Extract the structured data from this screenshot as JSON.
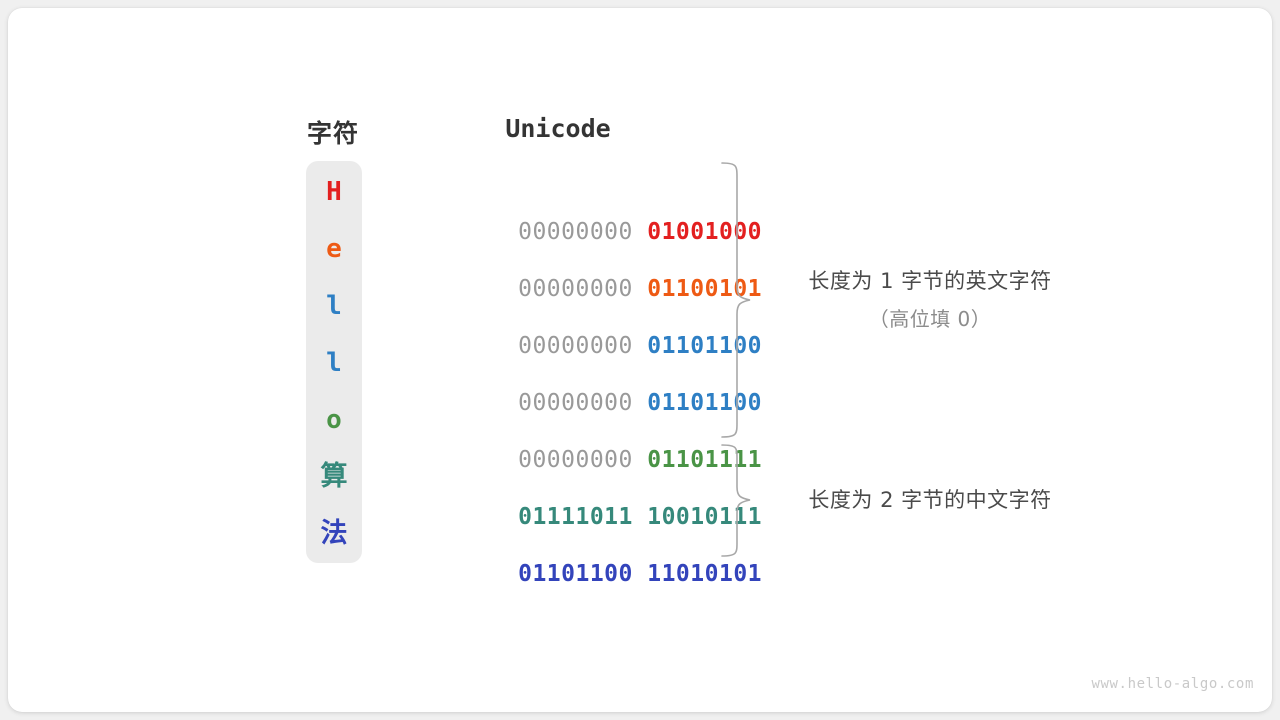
{
  "background_color": "#f0f0f0",
  "card_color": "#ffffff",
  "headers": {
    "char": "字符",
    "unicode": "Unicode"
  },
  "colors": {
    "red": "#e32020",
    "orange": "#ee5a14",
    "blue": "#2e7fc4",
    "green": "#4a9446",
    "teal": "#36897b",
    "indigo": "#3344bb",
    "gray_bits": "#999999",
    "header_text": "#343434",
    "note_text": "#4a4a4a",
    "note_sub_text": "#8c8c8c",
    "char_column_bg": "#ebebeb",
    "brace_stroke": "#a8a8a8",
    "watermark": "#c9c9c9"
  },
  "rows": [
    {
      "char": "H",
      "color": "#e32020",
      "high_bits": "00000000",
      "low_bits": "01001000",
      "group": "ascii",
      "cjk": false
    },
    {
      "char": "e",
      "color": "#ee5a14",
      "high_bits": "00000000",
      "low_bits": "01100101",
      "group": "ascii",
      "cjk": false
    },
    {
      "char": "l",
      "color": "#2e7fc4",
      "high_bits": "00000000",
      "low_bits": "01101100",
      "group": "ascii",
      "cjk": false
    },
    {
      "char": "l",
      "color": "#2e7fc4",
      "high_bits": "00000000",
      "low_bits": "01101100",
      "group": "ascii",
      "cjk": false
    },
    {
      "char": "o",
      "color": "#4a9446",
      "high_bits": "00000000",
      "low_bits": "01101111",
      "group": "ascii",
      "cjk": false
    },
    {
      "char": "算",
      "color": "#36897b",
      "high_bits": "01111011",
      "low_bits": "10010111",
      "group": "cjk",
      "cjk": true
    },
    {
      "char": "法",
      "color": "#3344bb",
      "high_bits": "01101100",
      "low_bits": "11010101",
      "group": "cjk",
      "cjk": true
    }
  ],
  "annotations": {
    "ascii": {
      "main": "长度为 1 字节的英文字符",
      "sub": "（高位填 0）"
    },
    "cjk": {
      "main": "长度为 2 字节的中文字符"
    }
  },
  "watermark": "www.hello-algo.com"
}
